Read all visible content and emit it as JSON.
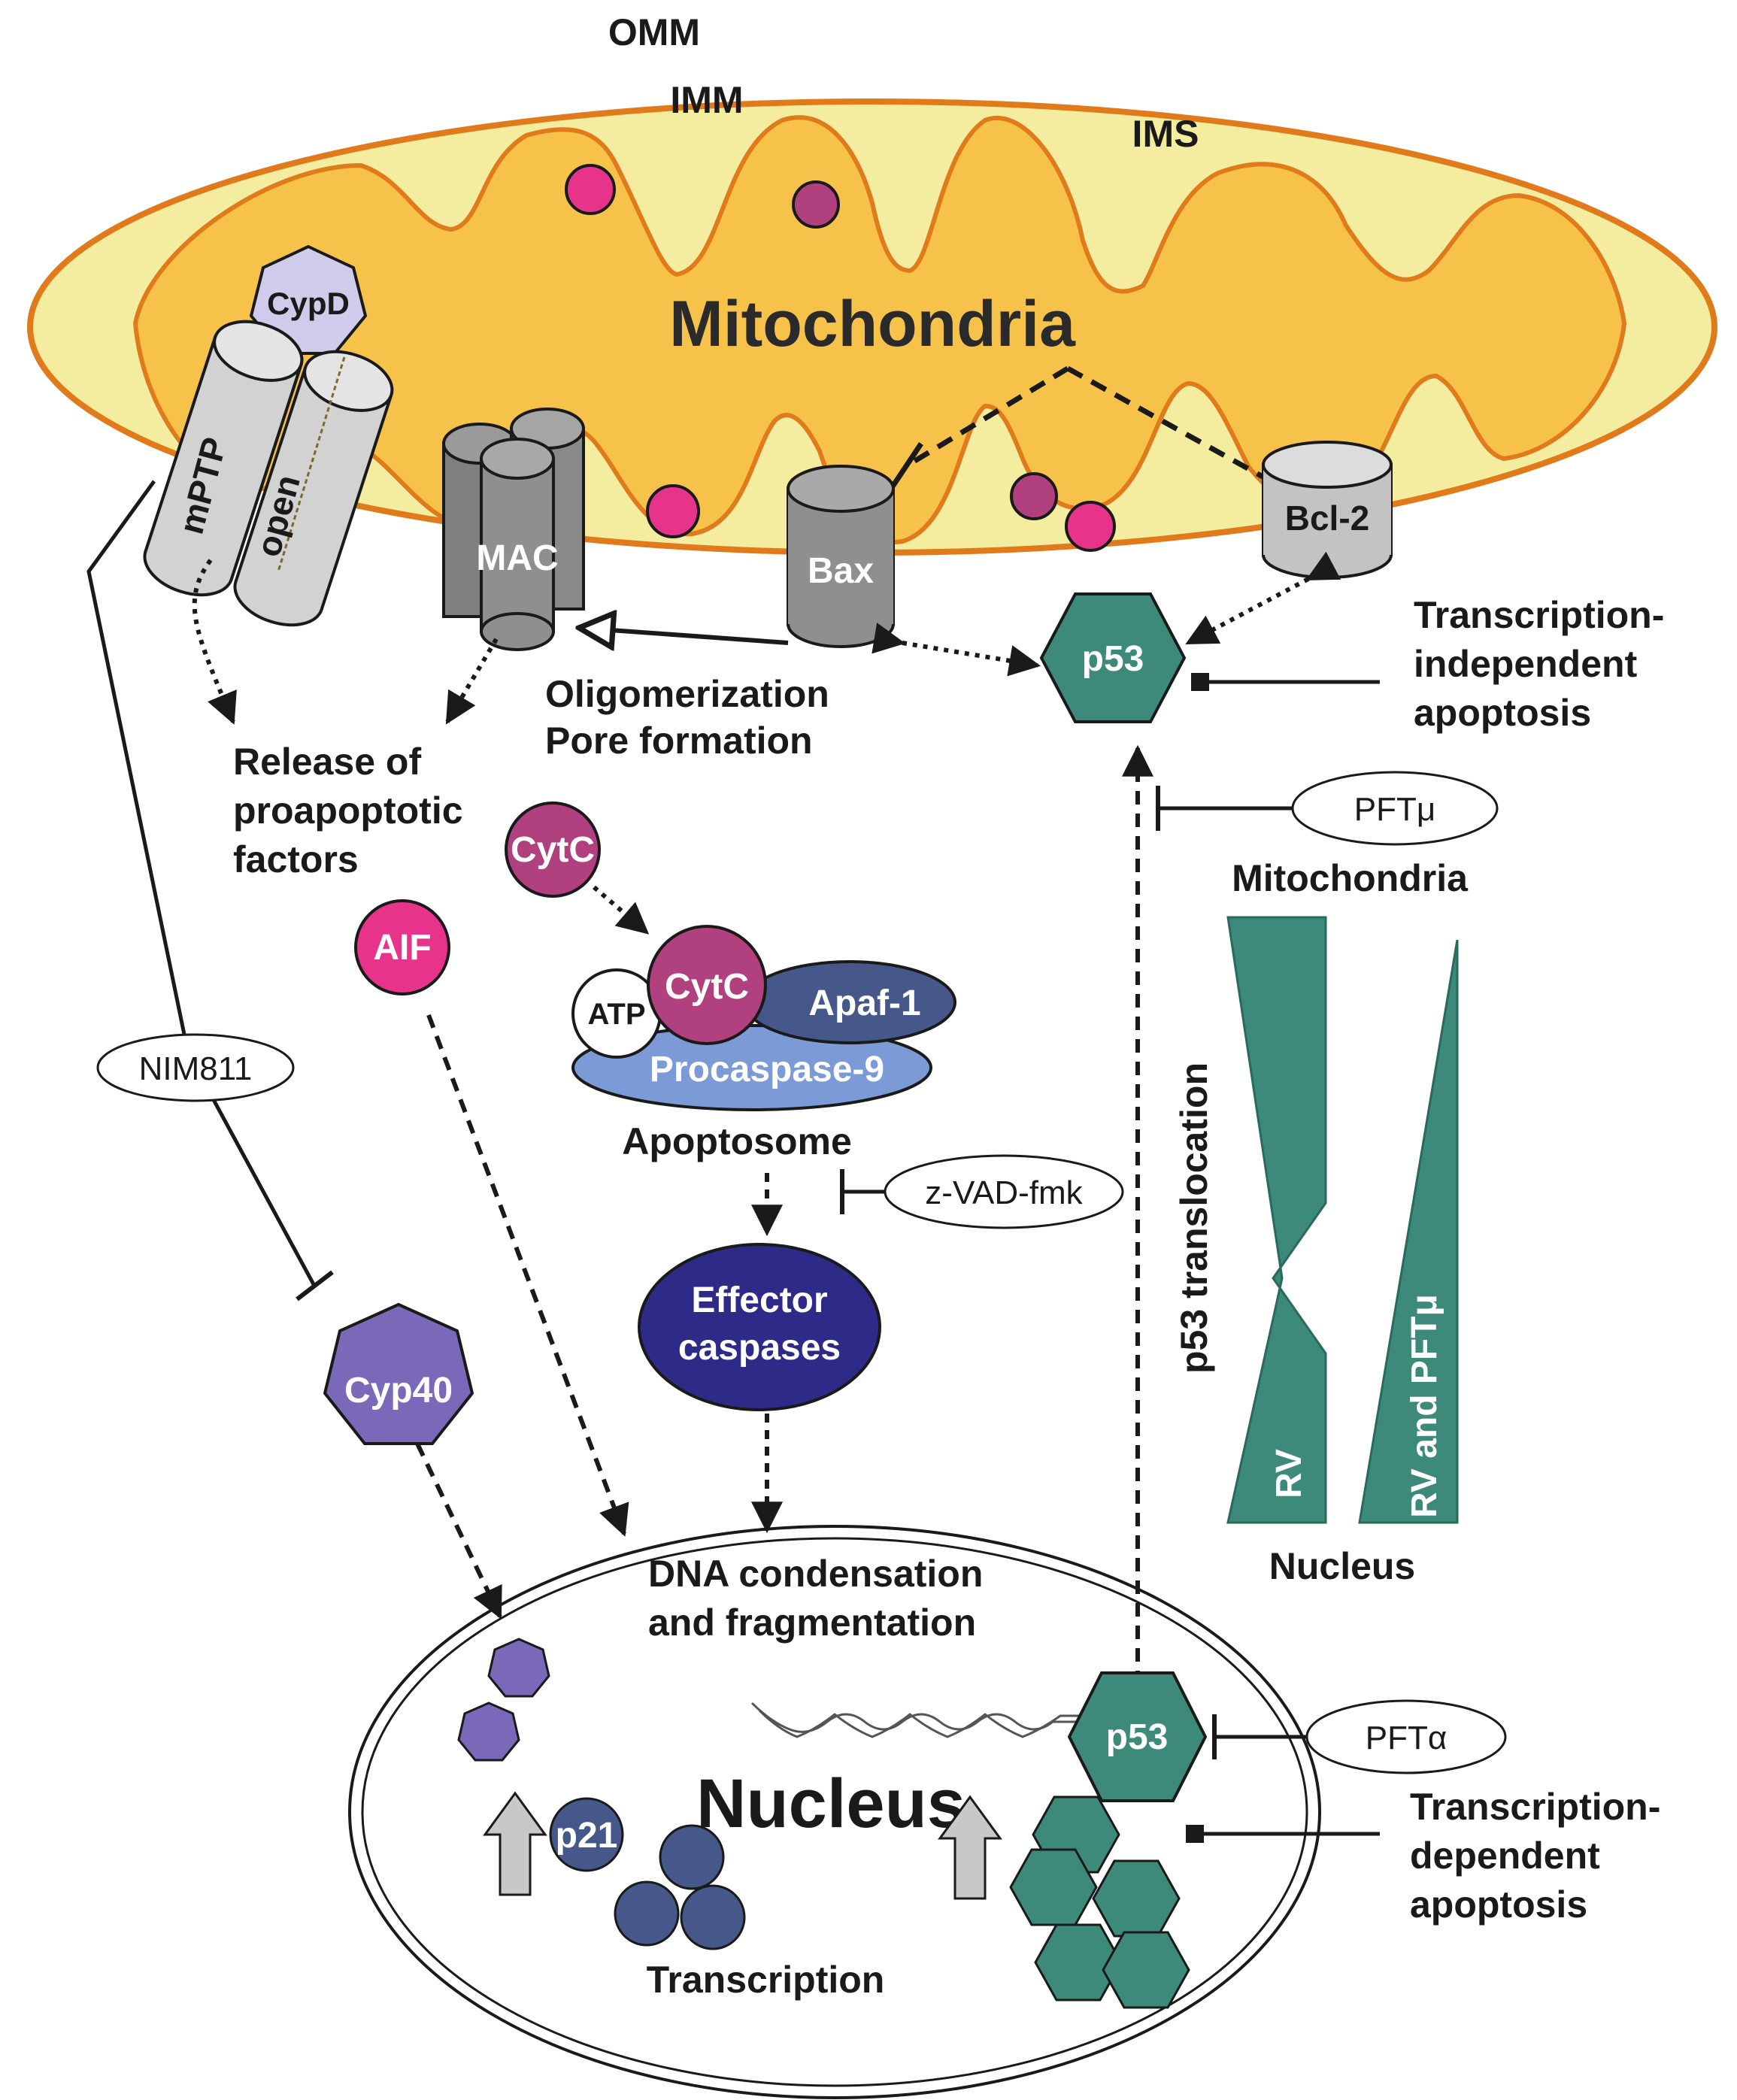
{
  "labels": {
    "omm": "OMM",
    "imm": "IMM",
    "ims": "IMS",
    "mitochondria_title": "Mitochondria",
    "cypd": "CypD",
    "mptp": "mPTP",
    "open": "open",
    "mac": "MAC",
    "bax": "Bax",
    "bcl2": "Bcl-2",
    "p53": "p53",
    "transcription_independent_1": "Transcription-",
    "transcription_independent_2": "independent",
    "transcription_independent_3": "apoptosis",
    "oligomerization": "Oligomerization",
    "pore_formation": "Pore formation",
    "release_1": "Release of",
    "release_2": "proapoptotic",
    "release_3": "factors",
    "cytc": "CytC",
    "aif": "AIF",
    "atp": "ATP",
    "apaf1": "Apaf-1",
    "procaspase9": "Procaspase-9",
    "apoptosome": "Apoptosome",
    "zvad": "z-VAD-fmk",
    "effector_1": "Effector",
    "effector_2": "caspases",
    "nim811": "NIM811",
    "cyp40": "Cyp40",
    "pftmu": "PFTμ",
    "mito_legend": "Mitochondria",
    "p53_translocation": "p53 translocation",
    "rv": "RV",
    "rv_pftmu": "RV and PFTμ",
    "nucleus_legend": "Nucleus",
    "dna_1": "DNA condensation",
    "dna_2": "and fragmentation",
    "nucleus_title": "Nucleus",
    "p21": "p21",
    "pftalpha": "PFTα",
    "transcription_dependent_1": "Transcription-",
    "transcription_dependent_2": "dependent",
    "transcription_dependent_3": "apoptosis",
    "transcription": "Transcription"
  },
  "colors": {
    "outer_membrane_fill": "#f4eda0",
    "outer_membrane_stroke": "#e07a1a",
    "matrix_fill": "#f6c24a",
    "pink": "#e8338a",
    "magenta": "#b0407e",
    "teal": "#3d8a7a",
    "purple": "#7a68b8",
    "navy": "#2d2a88",
    "slate_blue": "#46588a",
    "procaspase": "#7c9bd6",
    "cypd": "#cfcbea",
    "grey_channel": "#8f8f8f",
    "light_grey": "#cfcfcf"
  }
}
